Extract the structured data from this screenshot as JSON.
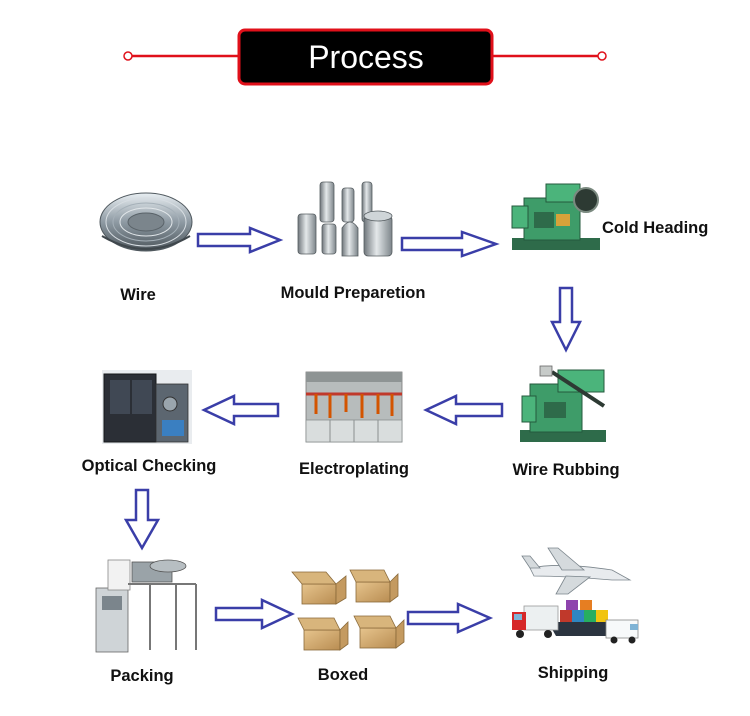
{
  "title": "Process",
  "colors": {
    "banner_fill": "#000000",
    "banner_border": "#e0101a",
    "title_line": "#e0101a",
    "title_text": "#ffffff",
    "arrow_stroke": "#3a3ea8",
    "arrow_fill": "#ffffff",
    "label_text": "#111111"
  },
  "steps": [
    {
      "id": "wire",
      "label": "Wire",
      "icon": "wire-coil-icon"
    },
    {
      "id": "mould",
      "label": "Mould Preparetion",
      "icon": "mould-parts-icon"
    },
    {
      "id": "cold-heading",
      "label": "Cold Heading",
      "icon": "cold-heading-machine-icon"
    },
    {
      "id": "wire-rubbing",
      "label": "Wire Rubbing",
      "icon": "thread-rolling-machine-icon"
    },
    {
      "id": "electroplating",
      "label": "Electroplating",
      "icon": "electroplating-line-icon"
    },
    {
      "id": "optical",
      "label": "Optical Checking",
      "icon": "optical-sorting-machine-icon"
    },
    {
      "id": "packing",
      "label": "Packing",
      "icon": "packing-machine-icon"
    },
    {
      "id": "boxed",
      "label": "Boxed",
      "icon": "cardboard-boxes-icon"
    },
    {
      "id": "shipping",
      "label": "Shipping",
      "icon": "airplane-truck-ship-icon"
    }
  ],
  "flow": [
    {
      "from": "wire",
      "to": "mould",
      "direction": "right"
    },
    {
      "from": "mould",
      "to": "cold-heading",
      "direction": "right"
    },
    {
      "from": "cold-heading",
      "to": "wire-rubbing",
      "direction": "down"
    },
    {
      "from": "wire-rubbing",
      "to": "electroplating",
      "direction": "left"
    },
    {
      "from": "electroplating",
      "to": "optical",
      "direction": "left"
    },
    {
      "from": "optical",
      "to": "packing",
      "direction": "down"
    },
    {
      "from": "packing",
      "to": "boxed",
      "direction": "right"
    },
    {
      "from": "boxed",
      "to": "shipping",
      "direction": "right"
    }
  ]
}
